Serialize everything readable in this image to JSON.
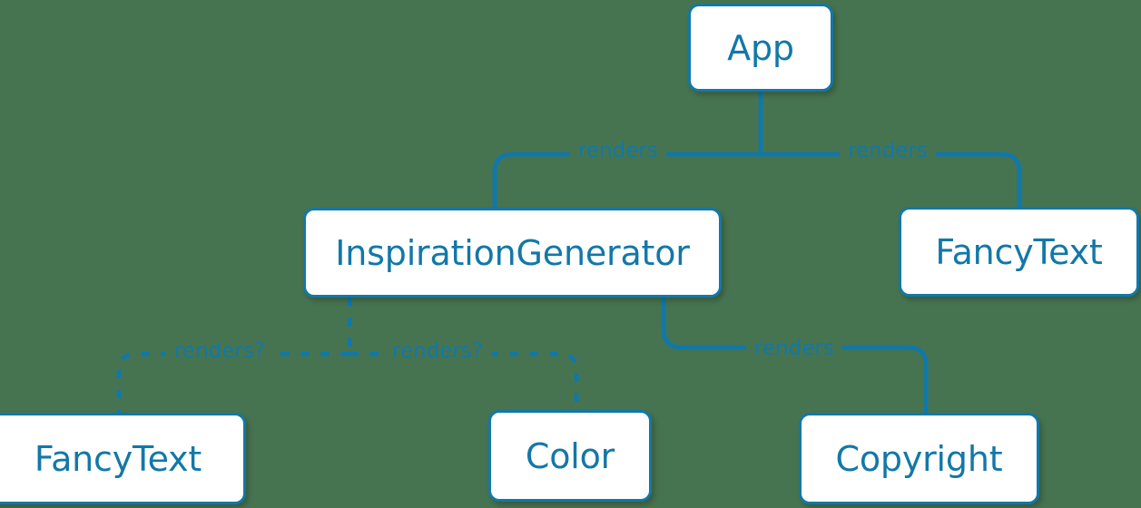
{
  "diagram": {
    "type": "component-tree",
    "background_color": "#477450",
    "accent_color": "#1278a8",
    "node_fill_color": "#ffffff",
    "nodes": [
      {
        "id": "app",
        "label": "App",
        "style": "solid"
      },
      {
        "id": "inspiration",
        "label": "InspirationGenerator",
        "style": "solid"
      },
      {
        "id": "fancytext-top",
        "label": "FancyText",
        "style": "solid"
      },
      {
        "id": "fancytext-bot",
        "label": "FancyText",
        "style": "solid"
      },
      {
        "id": "color",
        "label": "Color",
        "style": "solid"
      },
      {
        "id": "copyright",
        "label": "Copyright",
        "style": "solid"
      }
    ],
    "edges": [
      {
        "from": "app",
        "to": "inspiration",
        "label": "renders",
        "style": "solid"
      },
      {
        "from": "app",
        "to": "fancytext-top",
        "label": "renders",
        "style": "solid"
      },
      {
        "from": "inspiration",
        "to": "fancytext-bot",
        "label": "renders?",
        "style": "dashed"
      },
      {
        "from": "inspiration",
        "to": "color",
        "label": "renders?",
        "style": "dashed"
      },
      {
        "from": "inspiration",
        "to": "copyright",
        "label": "renders",
        "style": "solid"
      }
    ]
  }
}
